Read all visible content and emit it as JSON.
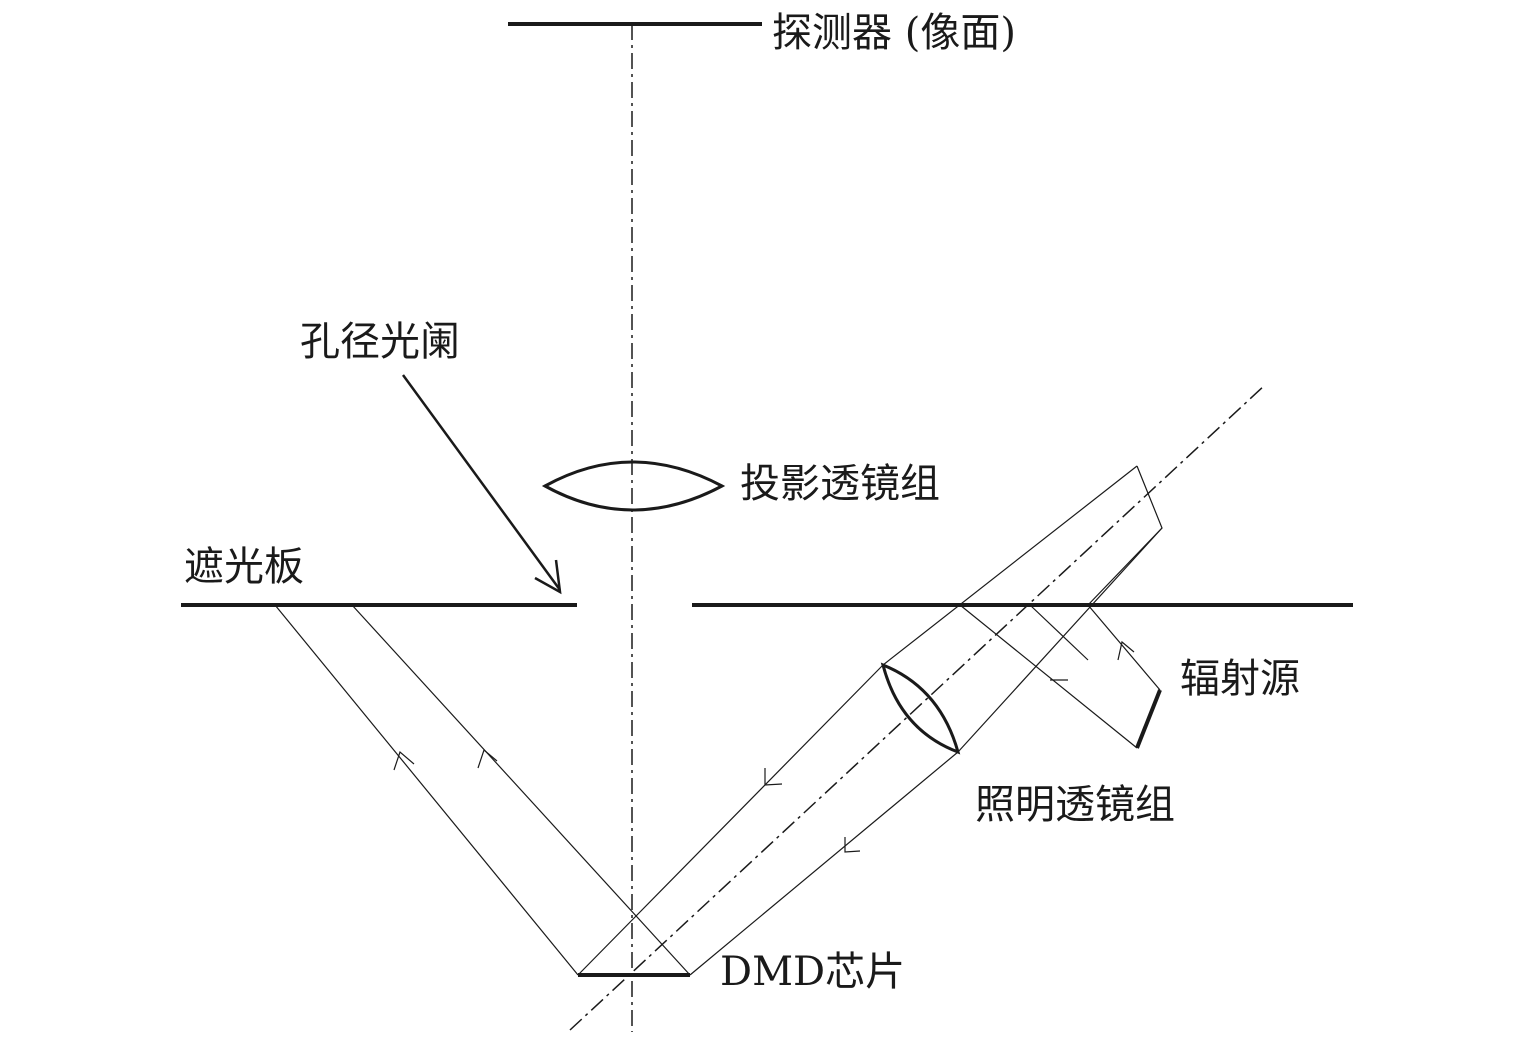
{
  "labels": {
    "detector": "探测器 (像面)",
    "aperture_stop": "孔径光阑",
    "projection_lens": "投影透镜组",
    "light_shield": "遮光板",
    "radiation_source": "辐射源",
    "illumination_lens": "照明透镜组",
    "dmd_chip": "DMD芯片"
  }
}
